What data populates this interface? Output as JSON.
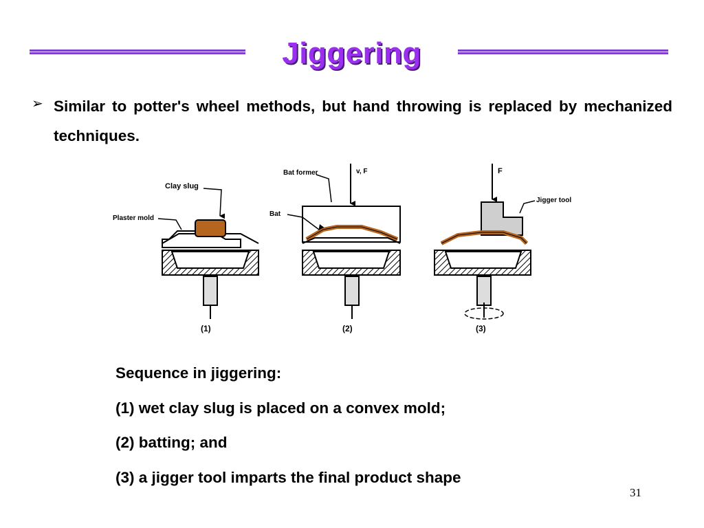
{
  "slide": {
    "title": "Jiggering",
    "title_color": "#9b2ff0",
    "rule_color": "#7f3fcf",
    "bullet_marker": "➢",
    "bullet_text": "Similar to potter's wheel methods, but hand throwing is replaced by mechanized techniques.",
    "figure": {
      "labels": {
        "clay_slug": "Clay slug",
        "plaster_mold": "Plaster mold",
        "bat_former": "Bat former",
        "bat": "Bat",
        "v_f": "v, F",
        "f": "F",
        "jigger_tool": "Jigger tool",
        "step1": "(1)",
        "step2": "(2)",
        "step3": "(3)"
      },
      "colors": {
        "clay": "#b5651d",
        "tool": "#cfcfcf"
      }
    },
    "sequence_heading": "Sequence in jiggering:",
    "sequence_items": [
      "(1) wet clay slug is placed on a convex mold;",
      "(2) batting; and",
      "(3) a jigger tool imparts the final product shape"
    ],
    "page_number": "31"
  }
}
